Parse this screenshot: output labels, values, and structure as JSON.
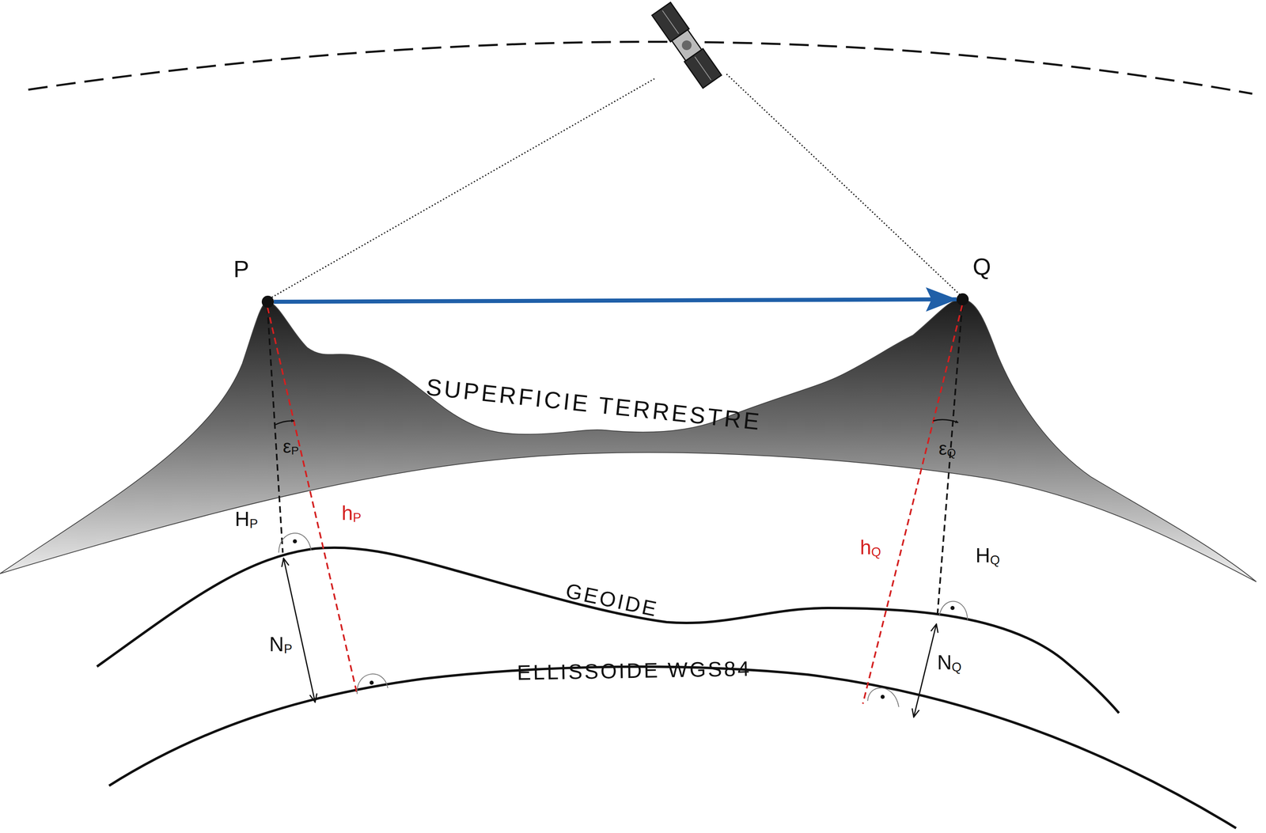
{
  "diagram": {
    "nodes": [
      {
        "text": [
          "P"
        ]
      },
      {
        "text": [
          "Q"
        ]
      }
    ],
    "edges": [
      {
        "from": 0,
        "to": 1,
        "arrow": "to"
      }
    ],
    "labels": [
      "SUPERFICIE TERRESTRE",
      "GEOIDE",
      "ELLISSOIDE WGS84",
      "εP",
      "hP",
      "HP",
      "NP",
      "εQ",
      "hQ",
      "HQ",
      "NQ"
    ]
  }
}
